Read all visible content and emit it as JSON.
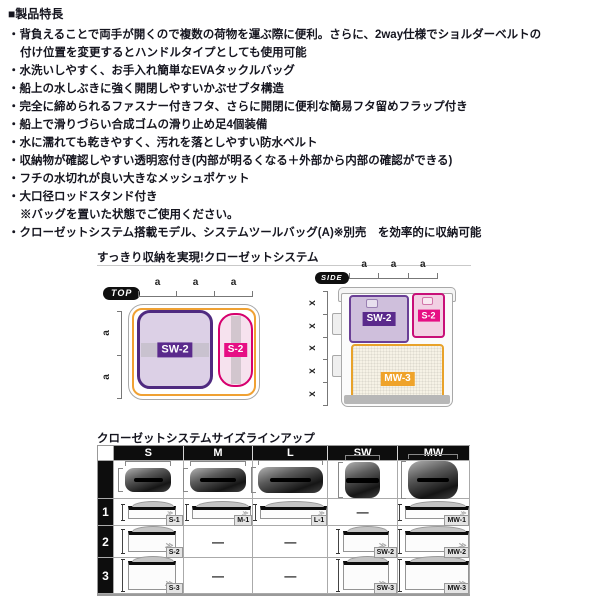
{
  "features": {
    "heading": "■製品特長",
    "items": [
      "・背負えることで両手が開くので複数の荷物を運ぶ際に便利。さらに、2way仕様でショルダーベルトの",
      "付け位置を変更するとハンドルタイプとしても使用可能",
      "・水洗いしやすく、お手入れ簡単なEVAタックルバッグ",
      "・船上の水しぶきに強く開閉しやすいかぶせブタ構造",
      "・完全に締められるファスナー付きフタ、さらに開閉に便利な簡易フタ留めフラップ付き",
      "・船上で滑りづらい合成ゴムの滑り止め足4個装備",
      "・水に濡れても乾きやすく、汚れを落としやすい防水ベルト",
      "・収納物が確認しやすい透明窓付き(内部が明るくなる＋外部から内部の確認ができる)",
      "・フチの水切れが良い大きなメッシュポケット",
      "・大口径ロッドスタンド付き",
      "※バッグを置いた状態でご使用ください。",
      "・クローゼットシステム搭載モデル、システムツールバッグ(A)※別売　を効率的に収納可能"
    ]
  },
  "closet": {
    "title": "すっきり収納を実現!クローゼットシステム",
    "top_view": {
      "label": "TOP",
      "dims_top": [
        "a",
        "a",
        "a"
      ],
      "dims_left": [
        "a",
        "a"
      ],
      "boxes": [
        {
          "code": "SW-2"
        },
        {
          "code": "S-2"
        }
      ]
    },
    "side_view": {
      "label": "SIDE",
      "dims_top": [
        "a",
        "a",
        "a"
      ],
      "dims_left": [
        "x",
        "x",
        "x",
        "x",
        "x"
      ],
      "boxes": [
        {
          "code": "SW-2"
        },
        {
          "code": "S-2"
        },
        {
          "code": "MW-3"
        }
      ]
    }
  },
  "lineup": {
    "title": "クローゼットシステムサイズラインアップ",
    "columns": [
      "S",
      "M",
      "L",
      "SW",
      "MW"
    ],
    "dash": "—",
    "rows": [
      {
        "num": "1",
        "cells": [
          {
            "code": "S-1"
          },
          {
            "code": "M-1"
          },
          {
            "code": "L-1"
          },
          {
            "code": ""
          },
          {
            "code": "MW-1"
          }
        ]
      },
      {
        "num": "2",
        "cells": [
          {
            "code": "S-2"
          },
          {
            "code": ""
          },
          {
            "code": ""
          },
          {
            "code": "SW-2"
          },
          {
            "code": "MW-2"
          }
        ]
      },
      {
        "num": "3",
        "cells": [
          {
            "code": "S-3"
          },
          {
            "code": ""
          },
          {
            "code": ""
          },
          {
            "code": "SW-3"
          },
          {
            "code": "MW-3"
          }
        ]
      }
    ]
  },
  "icons": {
    "daiwa_logo_glyph": "≫"
  },
  "colors": {
    "accent_purple": "#5a2a8c",
    "accent_pink": "#e60f84",
    "accent_orange": "#f0a133",
    "table_header_bg": "#0d0d0d",
    "text": "#15151f"
  }
}
